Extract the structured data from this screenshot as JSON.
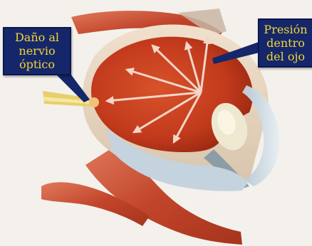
{
  "callouts": {
    "nerve": {
      "lines": [
        "Daño al",
        "nervio",
        "óptico"
      ]
    },
    "pressure": {
      "lines": [
        "Presión",
        "dentro",
        "del ojo"
      ]
    }
  },
  "colors": {
    "label_bg": "#15276a",
    "label_text": "#f2d437",
    "eye_interior": "#c83a1c",
    "arrows": "#f3d6c8",
    "muscle": "#c2452b",
    "lens": "#d9e3ea"
  }
}
